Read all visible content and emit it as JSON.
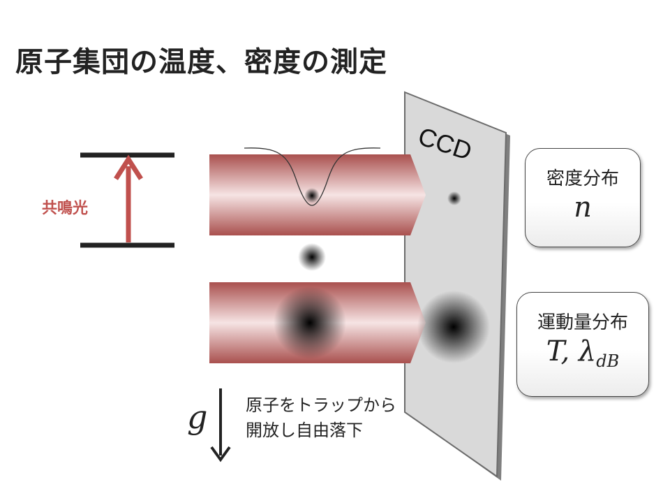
{
  "title": "原子集団の温度、密度の測定",
  "diagram": {
    "resonant_light_label": "共鳴光",
    "ccd_label": "CCD",
    "gravity_symbol": "g",
    "fall_caption_line1": "原子をトラップから",
    "fall_caption_line2": "開放し自由落下",
    "density_box": {
      "title": "密度分布",
      "symbol": "n"
    },
    "momentum_box": {
      "title": "運動量分布",
      "symbol_main": "T, λ",
      "symbol_sub": "dB"
    },
    "colors": {
      "beam": "#c0504d",
      "arrow": "#c0504d",
      "ccd_screen": "#d9d9d9",
      "energy_level": "#222222"
    }
  }
}
